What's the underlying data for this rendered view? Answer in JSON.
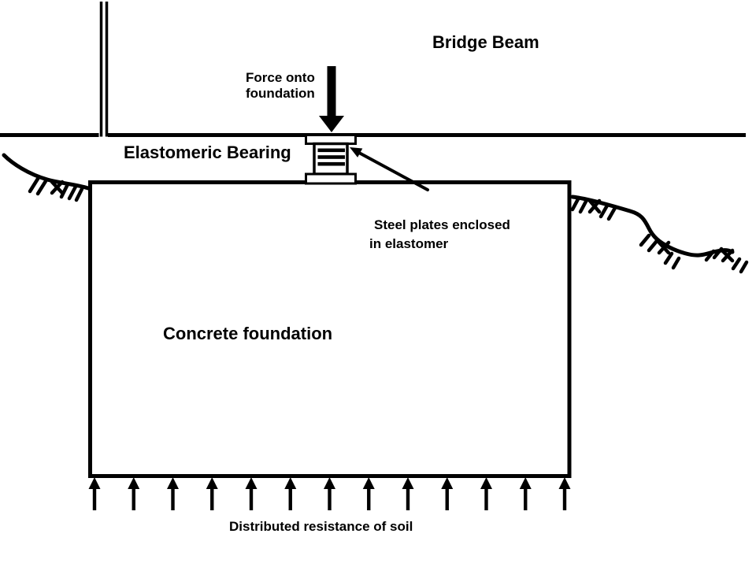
{
  "page": {
    "background_color": "#ffffff",
    "ink_color": "#000000"
  },
  "labels": {
    "bridge_beam": "Bridge Beam",
    "force": {
      "line1": "Force onto",
      "line2": "foundation"
    },
    "elastomeric_bearing": "Elastomeric Bearing",
    "steel_plates": {
      "line1": "Steel plates enclosed",
      "line2": "in elastomer"
    },
    "concrete_foundation": "Concrete foundation",
    "distributed_resistance": "Distributed resistance of soil"
  },
  "bearing": {
    "steel_plate_count": 3
  },
  "soil_arrows": {
    "count": 13
  }
}
